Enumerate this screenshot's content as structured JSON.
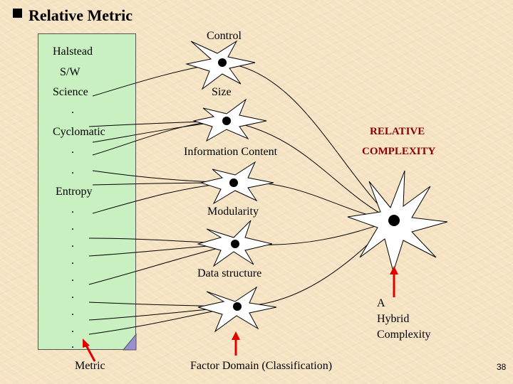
{
  "title": "Relative Metric",
  "metric_list": {
    "items": [
      "Halstead",
      "S/W",
      "Science",
      ".",
      "Cyclomatic",
      ".",
      ".",
      "Entropy",
      ".",
      ".",
      ".",
      ".",
      ".",
      ".",
      ".",
      ".",
      "."
    ]
  },
  "factors": [
    "Control",
    "Size",
    "Information Content",
    "Modularity",
    "Data structure"
  ],
  "relative_complexity": {
    "line1": "RELATIVE",
    "line2": "COMPLEXITY"
  },
  "hybrid": {
    "line1": "A",
    "line2": "Hybrid",
    "line3": "Complexity"
  },
  "bottom_labels": {
    "metric": "Metric",
    "factor_domain": "Factor  Domain (Classification)"
  },
  "page_number": "38",
  "colors": {
    "panel": "#c8f0c0",
    "accent_text": "#8b0000",
    "arrow": "#e00000",
    "background": "#f5e3c3"
  }
}
